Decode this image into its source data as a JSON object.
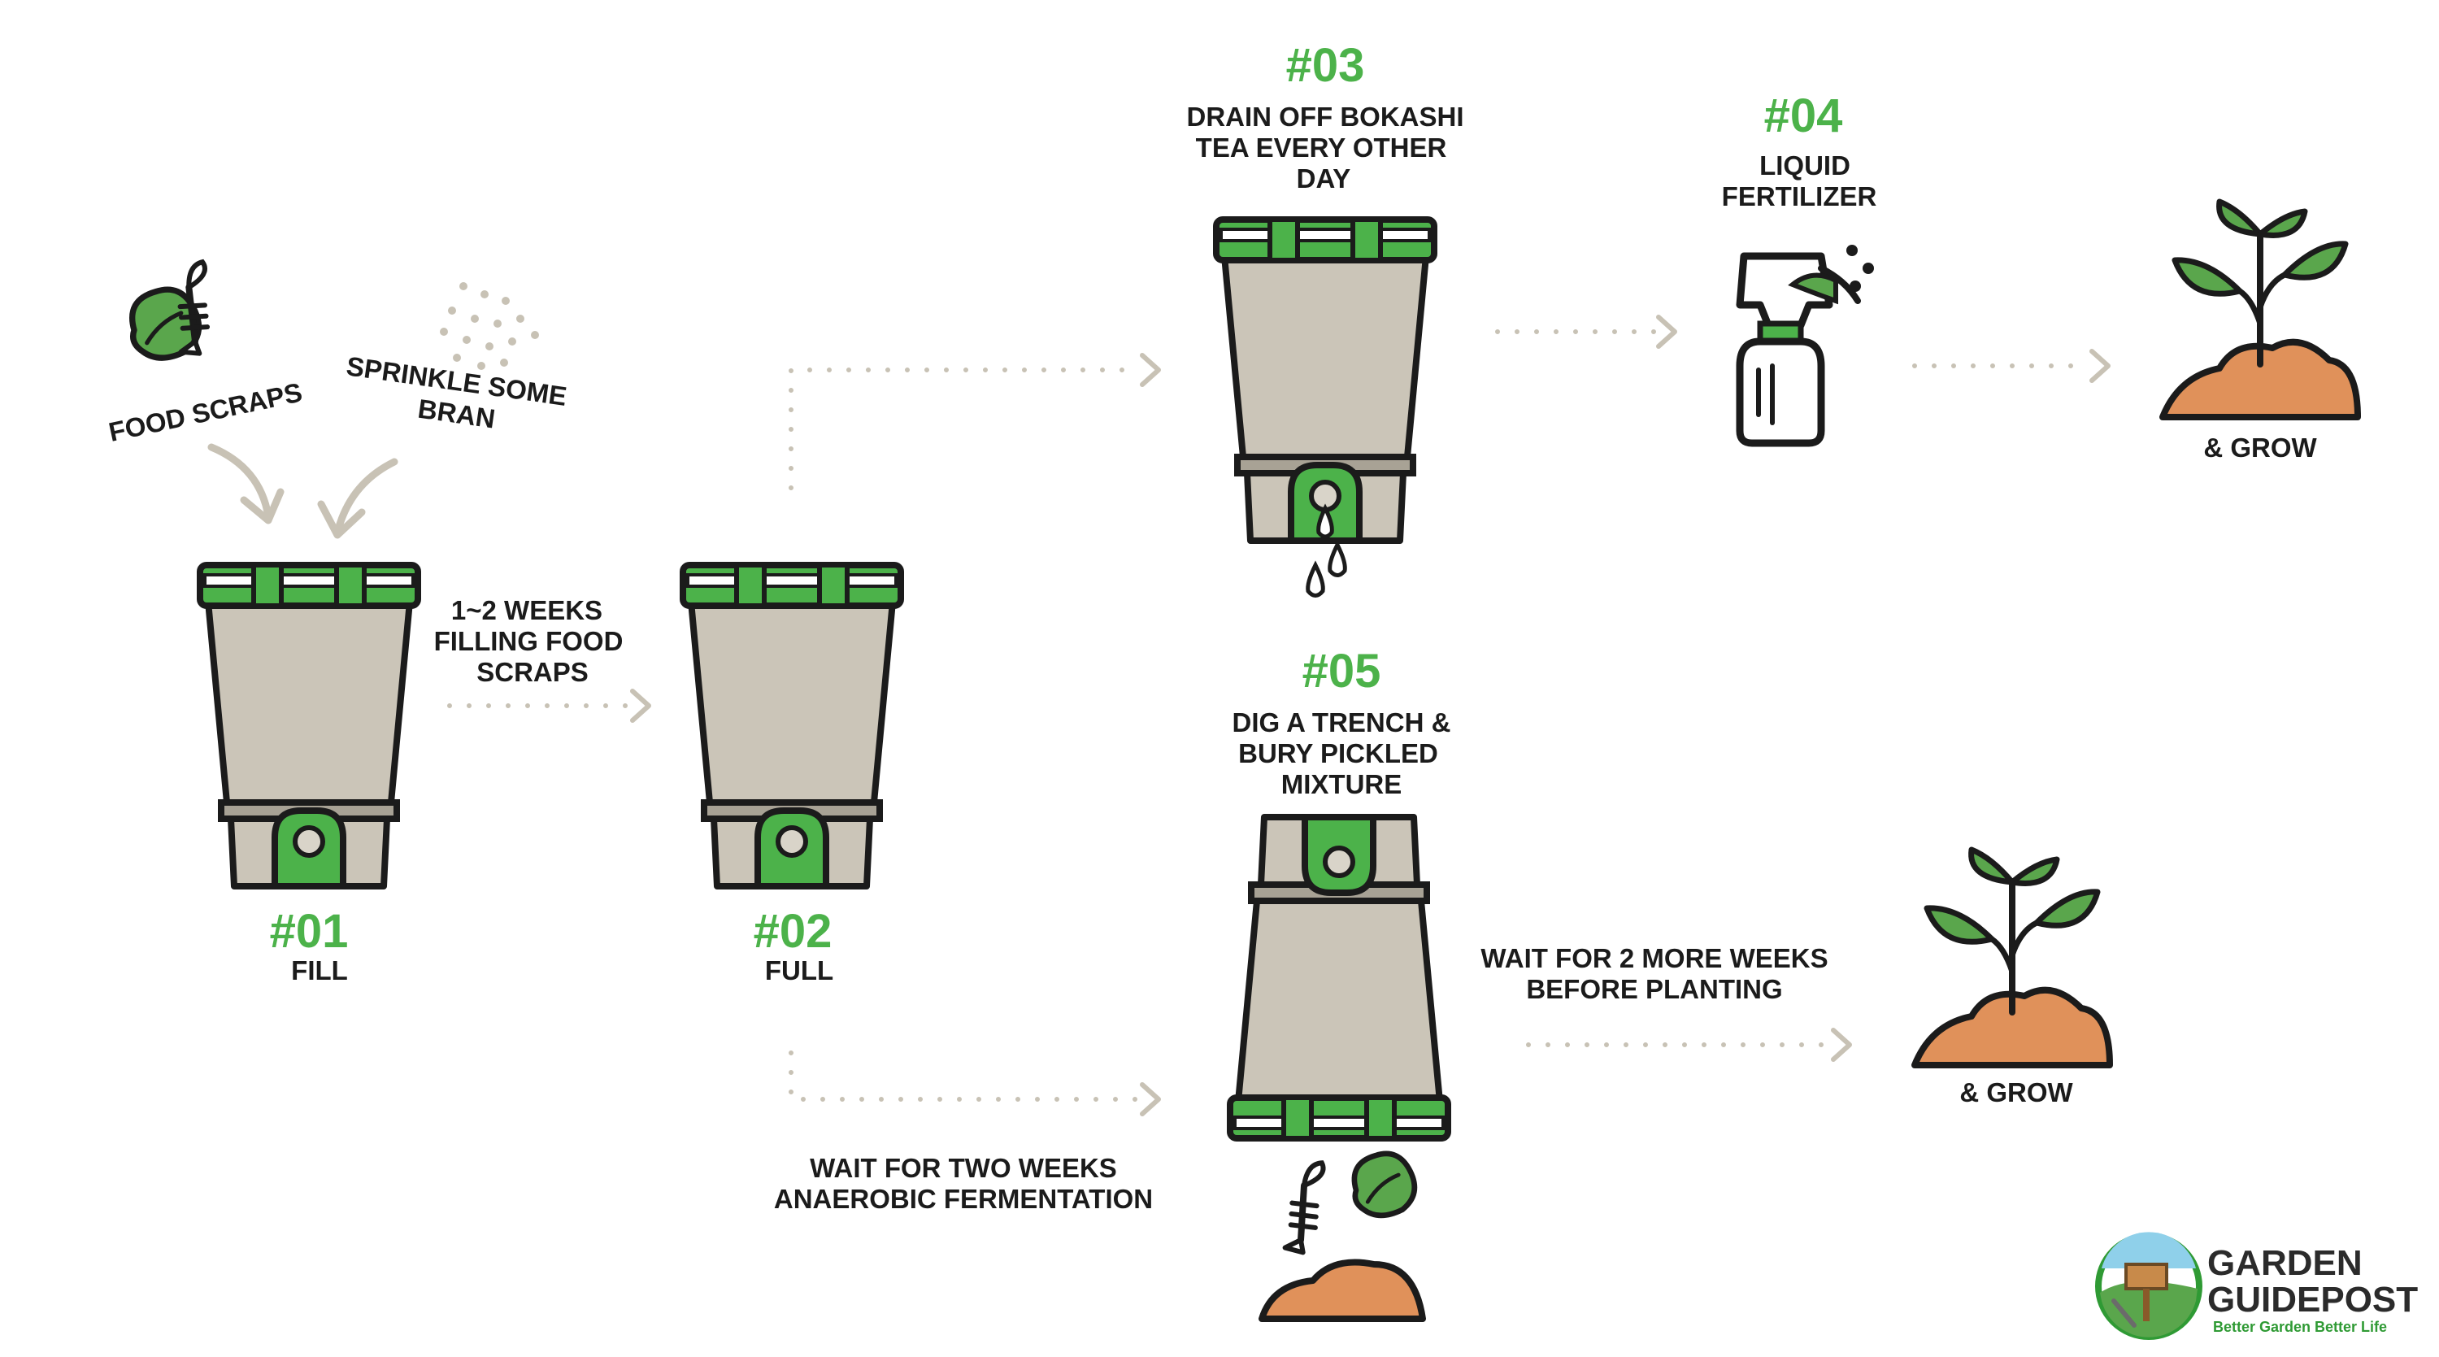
{
  "steps": {
    "s01": {
      "num": "#01",
      "label": "FILL"
    },
    "s02": {
      "num": "#02",
      "label": "FULL"
    },
    "s03": {
      "num": "#03",
      "lines": [
        "DRAIN OFF BOKASHI",
        "TEA EVERY OTHER",
        "DAY"
      ]
    },
    "s04": {
      "num": "#04",
      "lines": [
        "LIQUID",
        "FERTILIZER"
      ]
    },
    "s05": {
      "num": "#05",
      "lines": [
        "DIG A TRENCH &",
        "BURY PICKLED",
        "MIXTURE"
      ]
    }
  },
  "labels": {
    "food_scraps": "FOOD SCRAPS",
    "sprinkle": [
      "SPRINKLE SOME",
      "BRAN"
    ],
    "filling": [
      "1~2 WEEKS",
      "FILLING FOOD",
      "SCRAPS"
    ],
    "wait_two": [
      "WAIT FOR TWO WEEKS",
      "ANAEROBIC FERMENTATION"
    ],
    "wait_more": [
      "WAIT FOR 2 MORE WEEKS",
      "BEFORE PLANTING"
    ],
    "grow_top": "& GROW",
    "grow_bottom": "& GROW"
  },
  "brand": {
    "line1": "GARDEN",
    "line2": "GUIDEPOST",
    "tagline": "Better Garden Better Life"
  },
  "colors": {
    "accent_green": "#4cb24a",
    "bucket_body": "#cbc5b8",
    "soil": "#e0915a",
    "leaf": "#5aa64c",
    "arrow": "#c8c2b5",
    "outline": "#1b1b1b"
  }
}
